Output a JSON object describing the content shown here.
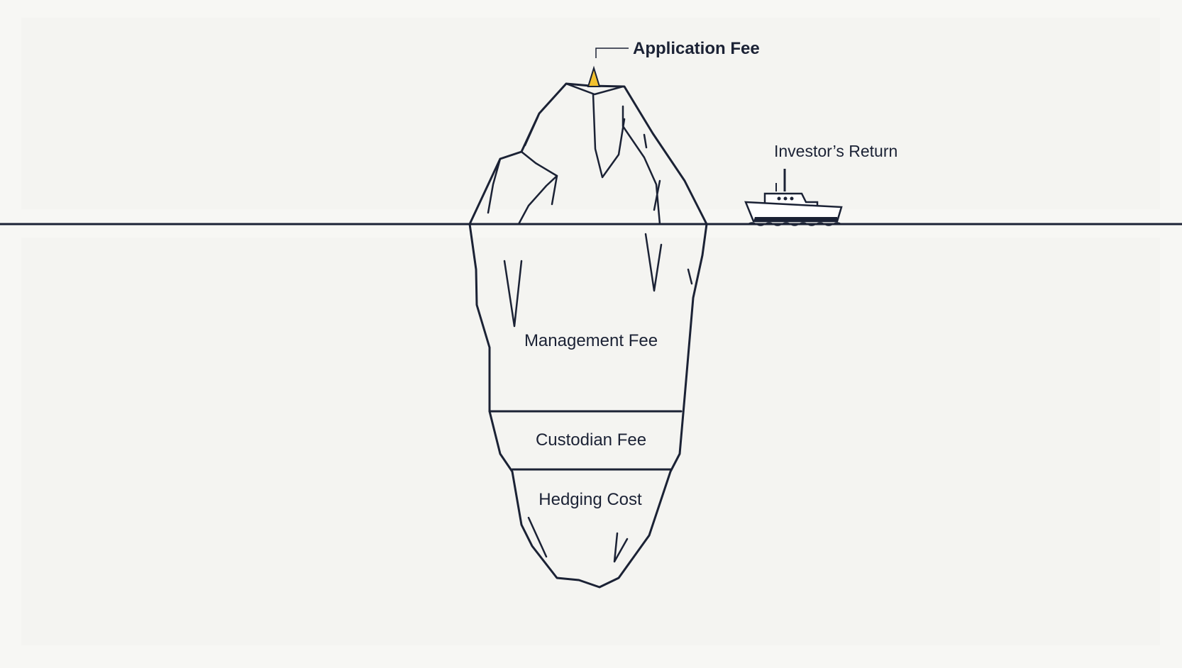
{
  "labels": {
    "tip": "Application Fee",
    "boat": "Investor’s Return",
    "upper_band": "Management Fee",
    "middle_band": "Custodian Fee",
    "lower_band": "Hedging Cost"
  },
  "colors": {
    "background": "#f7f7f4",
    "line": "#1b2235",
    "tip_accent": "#f2c12e",
    "ice_fill": "#ffffff"
  },
  "icons": [
    "boat-icon",
    "tip-marker-icon"
  ]
}
